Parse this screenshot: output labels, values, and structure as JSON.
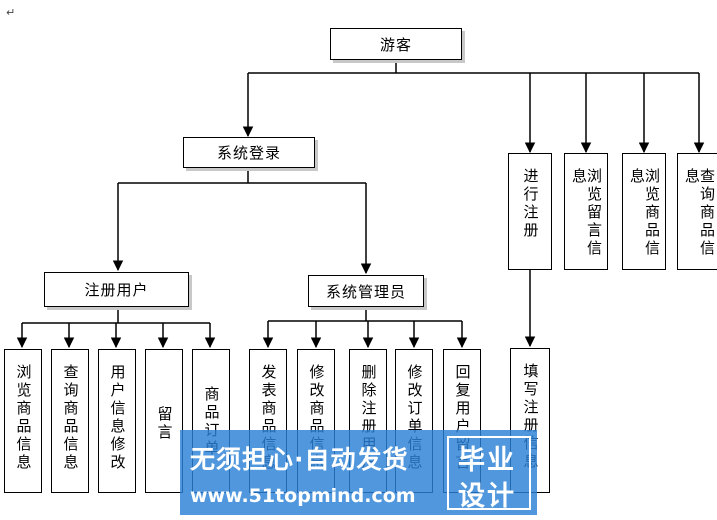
{
  "corner_mark": "↵",
  "diagram": {
    "root": "游客",
    "left_branch": "系统登录",
    "guest_items": [
      "进行注册",
      "浏览留言信息",
      "浏览商品信息",
      "查询商品信息"
    ],
    "register_child": "填写注册信息",
    "user_group": "注册用户",
    "admin_group": "系统管理员",
    "user_items": [
      "浏览商品信息",
      "查询商品信息",
      "用户信息修改",
      "留言",
      "商品订单"
    ],
    "admin_items": [
      "发表商品信息",
      "修改商品信息",
      "删除注册用户",
      "修改订单信息",
      "回复用户留言"
    ]
  },
  "watermark": {
    "line1": "无须担心·自动发货",
    "line2": "www.51topmind.com",
    "badge_top": "毕业",
    "badge_bottom": "设计"
  },
  "colors": {
    "watermark_bg": "#2980d6",
    "line": "#000000",
    "box_shadow": "#c8c8c8"
  }
}
